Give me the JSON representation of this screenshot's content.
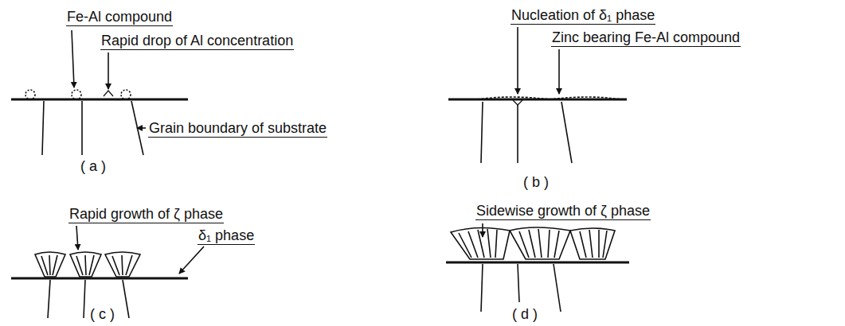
{
  "diagram": {
    "labels": [
      "Fe-Al compound",
      "Rapid drop of Al concentration",
      "Grain boundary of substrate",
      "( a )",
      "Nucleation of δ₁ phase",
      "Zinc bearing Fe-Al compound",
      "( b )",
      "Rapid growth of ζ phase",
      "δ₁ phase",
      "( c )",
      "Sidewise growth of ζ phase",
      "( d )"
    ]
  }
}
